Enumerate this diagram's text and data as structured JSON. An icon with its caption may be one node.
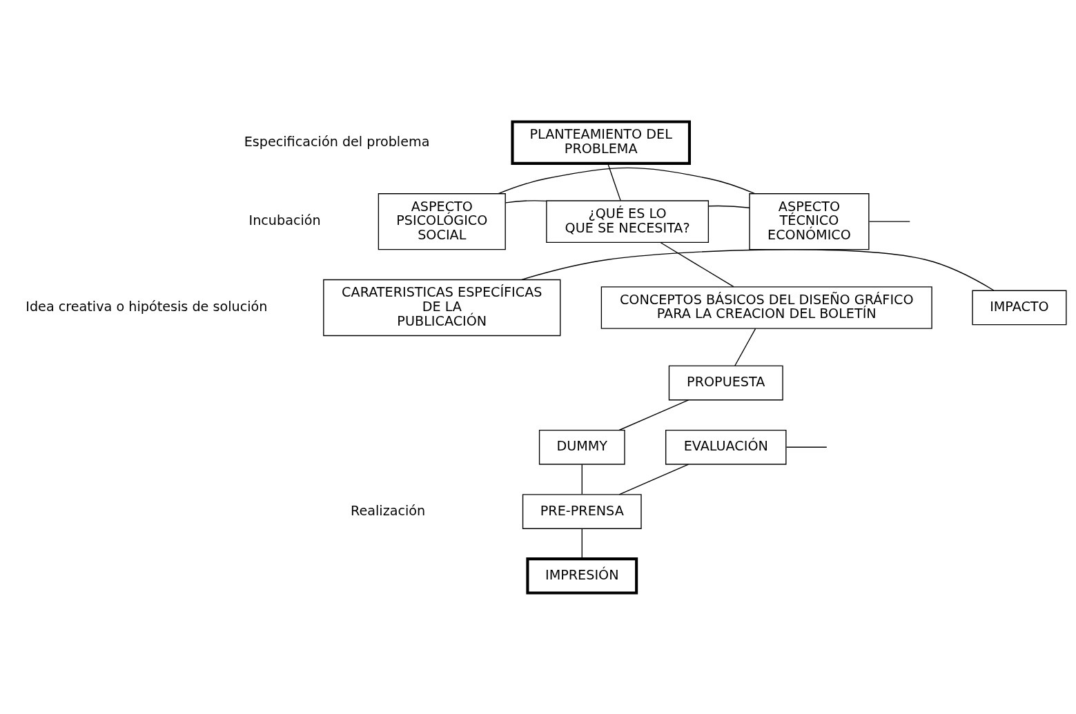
{
  "diagram": {
    "nodes": [
      {
        "text": [
          "PLANTEAMIENTO DEL PROBLEMA"
        ]
      },
      {
        "text": [
          "ASPECTO PSICOLÓGICO SOCIAL"
        ]
      },
      {
        "text": [
          "ASPECTO TÉCNICO ECONÓMICO"
        ]
      },
      {
        "text": [
          "¿QUÉ ES LO QUE SE NECESITA?"
        ]
      },
      {
        "text": [
          "CARATERISTICAS ESPECÍFICAS DE LA PUBLICACIÓN"
        ]
      },
      {
        "text": [
          "IMPACTO"
        ]
      },
      {
        "text": [
          "CONCEPTOS BÁSICOS DEL DISEÑO GRÁFICO PARA LA CREACION DEL BOLETÍN"
        ]
      },
      {
        "text": [
          "PROPUESTA"
        ]
      },
      {
        "text": [
          "DUMMY"
        ]
      },
      {
        "text": [
          "EVALUACIÓN"
        ]
      },
      {
        "text": [
          "PRE-PRENSA"
        ]
      },
      {
        "text": [
          "IMPRESIÓN"
        ]
      }
    ],
    "edges": [
      {
        "from": 0,
        "to": 3,
        "arrow": "none"
      },
      {
        "from": 1,
        "to": 2,
        "arrow": "none"
      },
      {
        "from": 1,
        "to": 3,
        "arrow": "none"
      },
      {
        "from": 2,
        "to": 3,
        "arrow": "none"
      },
      {
        "from": 2,
        "to": null,
        "arrow": "none"
      },
      {
        "from": 3,
        "to": 6,
        "arrow": "none"
      },
      {
        "from": 4,
        "to": 5,
        "arrow": "none"
      },
      {
        "from": 6,
        "to": 7,
        "arrow": "none"
      },
      {
        "from": 7,
        "to": 8,
        "arrow": "none"
      },
      {
        "from": 8,
        "to": 10,
        "arrow": "none"
      },
      {
        "from": 10,
        "to": 9,
        "arrow": "none"
      },
      {
        "from": 9,
        "to": null,
        "arrow": "none"
      },
      {
        "from": 10,
        "to": 11,
        "arrow": "none"
      }
    ],
    "labels": [
      "Especificación del problema",
      "Incubación",
      "Idea creativa o hipótesis de solución",
      "Realización"
    ]
  }
}
